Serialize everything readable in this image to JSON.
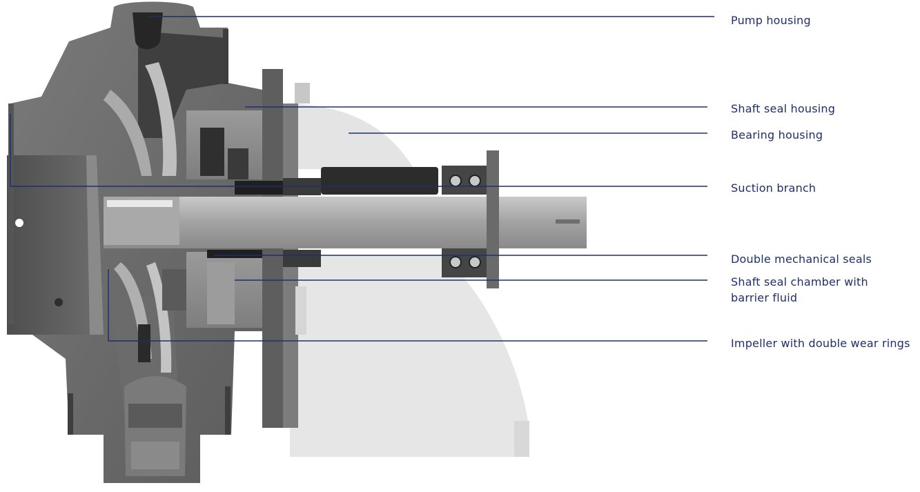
{
  "diagram": {
    "labels": [
      {
        "id": "pump-housing",
        "text": "Pump housing"
      },
      {
        "id": "shaft-seal-housing",
        "text": "Shaft seal housing"
      },
      {
        "id": "bearing-housing",
        "text": "Bearing housing"
      },
      {
        "id": "suction-branch",
        "text": "Suction branch"
      },
      {
        "id": "double-mechanical-seals",
        "text": "Double mechanical seals"
      },
      {
        "id": "shaft-seal-chamber",
        "text": "Shaft seal chamber with barrier fluid"
      },
      {
        "id": "impeller",
        "text": "Impeller with double wear rings"
      }
    ],
    "colors": {
      "leader_line": "#1e2f6e",
      "label_text": "#1e2f6e",
      "dark_metal": "#6a6a6a",
      "mid_metal": "#8c8c8c",
      "light_metal": "#b4b4b4",
      "pale_housing": "#e6e6e6"
    }
  }
}
